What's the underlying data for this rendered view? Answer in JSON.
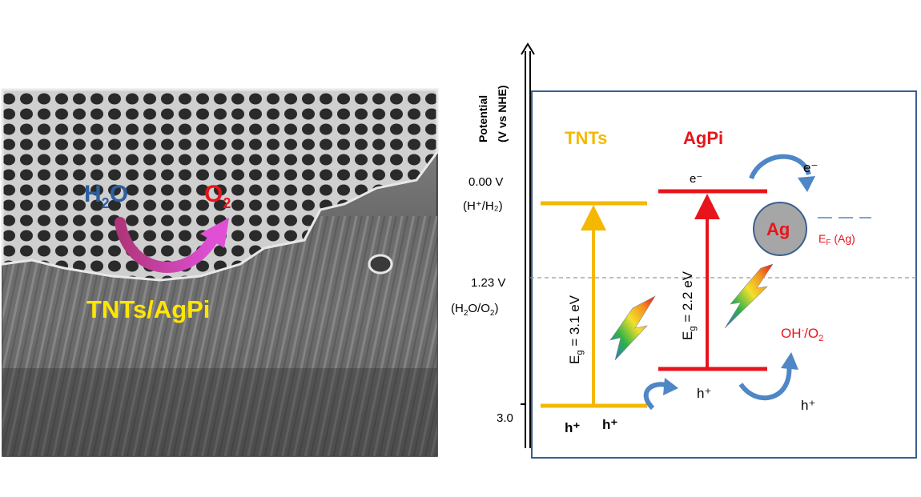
{
  "sem_panel": {
    "reactant": {
      "main": "H",
      "sub": "2",
      "tail": "O"
    },
    "product": {
      "main": "O",
      "sub": "2"
    },
    "composite_label": "TNTs/AgPi"
  },
  "diagram": {
    "axis_label_line1": "Potential",
    "axis_label_line2": "(V vs NHE)",
    "levels": [
      {
        "value": "0.00 V",
        "couple": "(H⁺/H₂)"
      },
      {
        "value": "1.23 V",
        "couple_main": "(H",
        "couple_sub1": "2",
        "couple_mid": "O/O",
        "couple_sub2": "2",
        "couple_end": ")"
      },
      {
        "value": "3.0"
      }
    ],
    "tnts": {
      "name": "TNTs",
      "gap_main": "E",
      "gap_sub": "g",
      "gap_value": " = 3.1 eV",
      "holes": [
        "h⁺",
        "h⁺"
      ]
    },
    "agpi": {
      "name": "AgPi",
      "gap_main": "E",
      "gap_sub": "g",
      "gap_value": " = 2.2 eV",
      "electron": "e⁻",
      "hole": "h⁺"
    },
    "ag": {
      "label": "Ag",
      "fermi_main": "E",
      "fermi_sub": "F",
      "fermi_tail": " (Ag)",
      "electron": "e⁻",
      "hole": "h⁺"
    },
    "oh": {
      "main": "OH",
      "sup": "-",
      "mid": "/O",
      "sub": "2"
    },
    "colors": {
      "tnts": "#f5b800",
      "agpi": "#e8141c",
      "frame": "#3a5f8f",
      "arrow_blue": "#4f86c6",
      "ag_fill": "#a6a6a6"
    }
  }
}
